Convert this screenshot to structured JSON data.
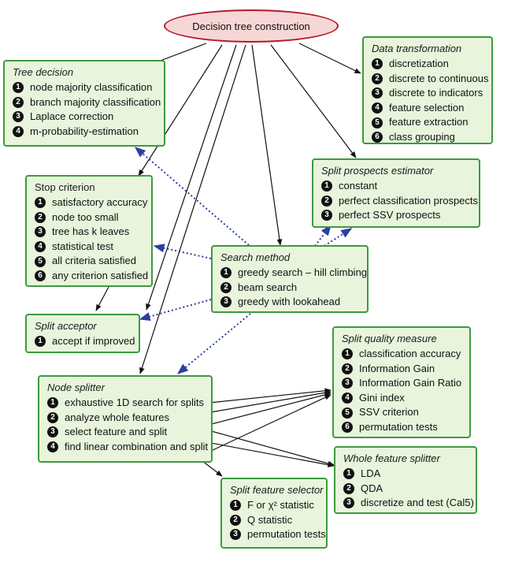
{
  "root": {
    "label": "Decision tree construction"
  },
  "tree_decision": {
    "title": "Tree decision",
    "items": [
      {
        "num": "1",
        "label": "node majority classification"
      },
      {
        "num": "2",
        "label": "branch majority classification"
      },
      {
        "num": "3",
        "label": "Laplace correction"
      },
      {
        "num": "4",
        "label": "m-probability-estimation"
      }
    ]
  },
  "data_transformation": {
    "title": "Data transformation",
    "items": [
      {
        "num": "1",
        "label": "discretization"
      },
      {
        "num": "2",
        "label": "discrete to continuous"
      },
      {
        "num": "3",
        "label": "discrete to indicators"
      },
      {
        "num": "4",
        "label": "feature selection"
      },
      {
        "num": "5",
        "label": "feature extraction"
      },
      {
        "num": "6",
        "label": "class grouping"
      }
    ]
  },
  "stop_criterion": {
    "title": "Stop criterion",
    "items": [
      {
        "num": "1",
        "label": "satisfactory accuracy"
      },
      {
        "num": "2",
        "label": "node too small"
      },
      {
        "num": "3",
        "label": "tree has k leaves"
      },
      {
        "num": "4",
        "label": "statistical test"
      },
      {
        "num": "5",
        "label": "all criteria satisfied"
      },
      {
        "num": "6",
        "label": "any criterion satisfied"
      }
    ]
  },
  "split_prospects_estimator": {
    "title": "Split prospects estimator",
    "items": [
      {
        "num": "1",
        "label": "constant"
      },
      {
        "num": "2",
        "label": "perfect classification prospects"
      },
      {
        "num": "3",
        "label": "perfect SSV prospects"
      }
    ]
  },
  "search_method": {
    "title": "Search method",
    "items": [
      {
        "num": "1",
        "label": "greedy search – hill climbing"
      },
      {
        "num": "2",
        "label": "beam search"
      },
      {
        "num": "3",
        "label": "greedy with lookahead"
      }
    ]
  },
  "split_acceptor": {
    "title": "Split acceptor",
    "items": [
      {
        "num": "1",
        "label": "accept if improved"
      }
    ]
  },
  "split_quality_measure": {
    "title": "Split quality measure",
    "items": [
      {
        "num": "1",
        "label": "classification accuracy"
      },
      {
        "num": "2",
        "label": "Information Gain"
      },
      {
        "num": "3",
        "label": "Information Gain Ratio"
      },
      {
        "num": "4",
        "label": "Gini index"
      },
      {
        "num": "5",
        "label": "SSV criterion"
      },
      {
        "num": "6",
        "label": "permutation tests"
      }
    ]
  },
  "node_splitter": {
    "title": "Node splitter",
    "items": [
      {
        "num": "1",
        "label": "exhaustive 1D search for splits"
      },
      {
        "num": "2",
        "label": "analyze whole features"
      },
      {
        "num": "3",
        "label": "select feature and split"
      },
      {
        "num": "4",
        "label": "find linear combination and split"
      }
    ]
  },
  "whole_feature_splitter": {
    "title": "Whole feature splitter",
    "items": [
      {
        "num": "1",
        "label": "LDA"
      },
      {
        "num": "2",
        "label": "QDA"
      },
      {
        "num": "3",
        "label": "discretize and test (Cal5)"
      }
    ]
  },
  "split_feature_selector": {
    "title": "Split feature selector",
    "items": [
      {
        "num": "1",
        "label": "F or χ² statistic"
      },
      {
        "num": "2",
        "label": "Q statistic"
      },
      {
        "num": "3",
        "label": "permutation tests"
      }
    ]
  },
  "colors": {
    "box_fill": "#e8f5dc",
    "box_border": "#3d9a3d",
    "root_fill": "#f7d6d6",
    "root_border": "#b01c2b",
    "solid_arrow": "#111111",
    "dotted_arrow": "#2b3fa0"
  }
}
